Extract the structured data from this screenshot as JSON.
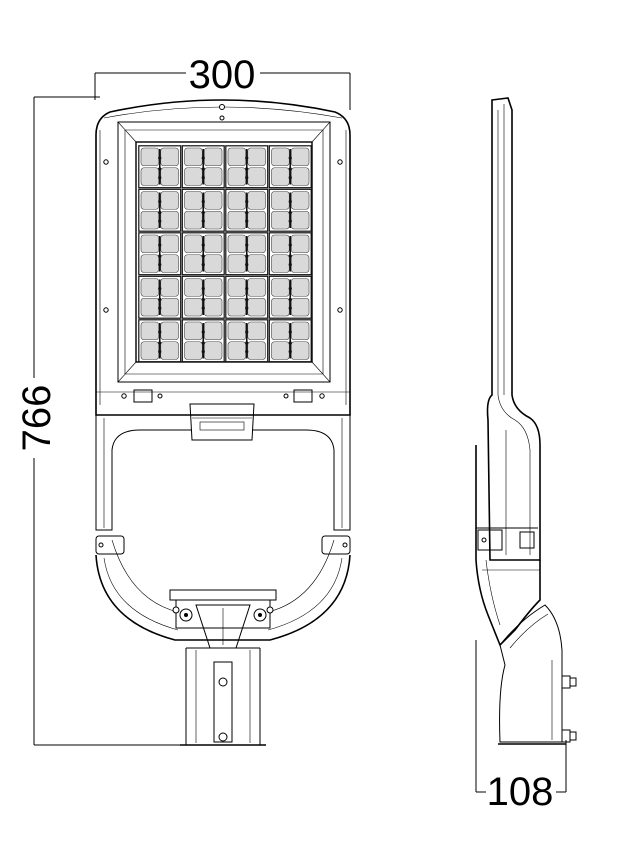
{
  "dimensions": {
    "width_label": "300",
    "height_label": "766",
    "depth_label": "108"
  },
  "led_module": {
    "rows": 5,
    "columns": 4
  }
}
